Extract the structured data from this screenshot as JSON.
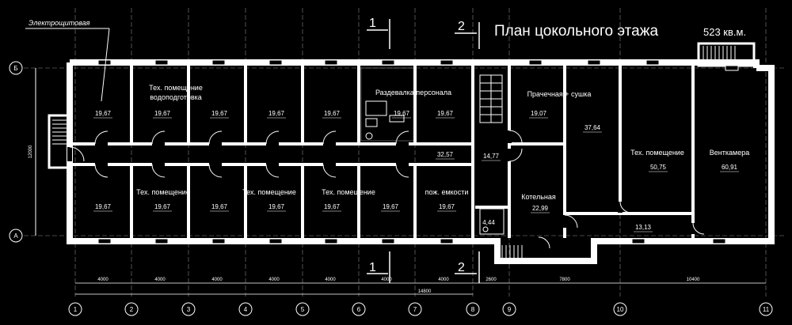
{
  "title": "План цокольного  этажа",
  "area_total": "523 кв.м.",
  "electro_label": "Электрощитовая",
  "section_markers": [
    "1",
    "2",
    "1",
    "2"
  ],
  "axis_rows": [
    "Б",
    "А"
  ],
  "axis_cols": [
    "1",
    "2",
    "3",
    "4",
    "5",
    "6",
    "7",
    "8",
    "9",
    "10",
    "11"
  ],
  "dims": [
    "4000",
    "4000",
    "4000",
    "4000",
    "4000",
    "4000",
    "4000",
    "2600",
    "7800",
    "10400"
  ],
  "dim_total": "14800",
  "dim_height": "12000",
  "rooms_north": [
    {
      "name": "",
      "area": "19,67"
    },
    {
      "name": "Тех. помещение водоподготовка",
      "area": "19,67"
    },
    {
      "name": "",
      "area": "19,67"
    },
    {
      "name": "",
      "area": "19,67"
    },
    {
      "name": "",
      "area": "19,67"
    },
    {
      "name": "Раздевалка персонала",
      "area": "19,67"
    },
    {
      "name": "",
      "area": "19,67"
    }
  ],
  "rooms_south": [
    {
      "name": "",
      "area": "19,67"
    },
    {
      "name": "Тех. помещение",
      "area": "19,67"
    },
    {
      "name": "",
      "area": "19,67"
    },
    {
      "name": "Тех. помещение",
      "area": "19,67"
    },
    {
      "name": "Тех. помещение",
      "area": "19,67"
    },
    {
      "name": "",
      "area": "19,67"
    },
    {
      "name": "пож. емкости",
      "area": "19,67"
    }
  ],
  "corridor_area": "32,57",
  "stair_area": "14,77",
  "wc_area": "4,44",
  "laundry": {
    "name": "Прачечная + сушка",
    "area": "19,07"
  },
  "room_37": "37,64",
  "boiler": {
    "name": "Котельная",
    "area": "22,99"
  },
  "tech_east": {
    "name": "Тех. помещение",
    "area": "50,75"
  },
  "vent": {
    "name": "Венткамера",
    "area": "60,91"
  },
  "small_room": "13,13"
}
